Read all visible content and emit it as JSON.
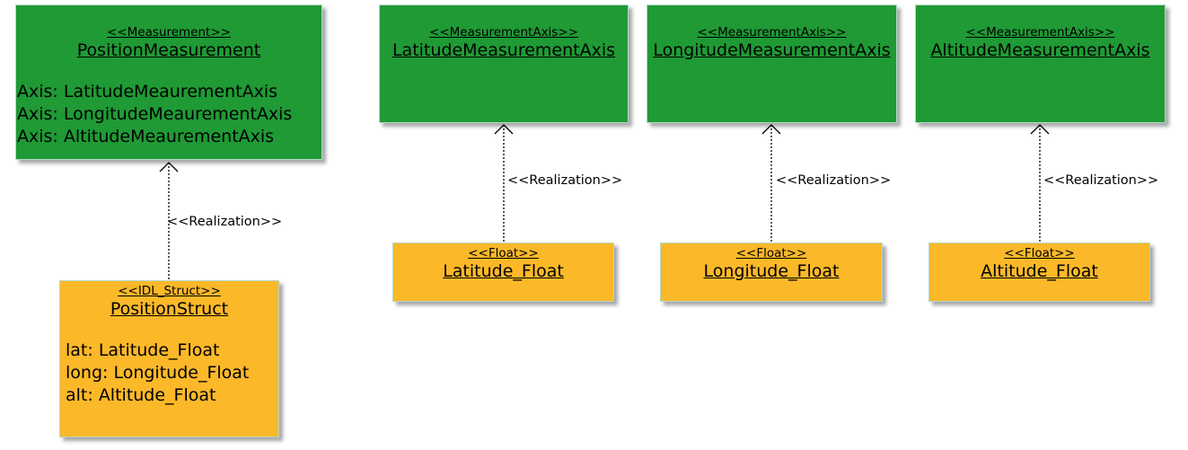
{
  "diagram": {
    "position_measurement": {
      "stereotype": "<<Measurement>>",
      "name": "PositionMeasurement",
      "attributes": [
        "Axis: LatitudeMeaurementAxis",
        "Axis: LongitudeMeaurementAxis",
        "Axis: AltitudeMeaurementAxis"
      ]
    },
    "latitude_axis": {
      "stereotype": "<<MeasurementAxis>>",
      "name": "LatitudeMeasurementAxis"
    },
    "longitude_axis": {
      "stereotype": "<<MeasurementAxis>>",
      "name": "LongitudeMeasurementAxis"
    },
    "altitude_axis": {
      "stereotype": "<<MeasurementAxis>>",
      "name": "AltitudeMeasurementAxis"
    },
    "position_struct": {
      "stereotype": "<<IDL_Struct>>",
      "name": "PositionStruct",
      "attributes": [
        "lat: Latitude_Float",
        "long: Longitude_Float",
        "alt: Altitude_Float"
      ]
    },
    "latitude_float": {
      "stereotype": "<<Float>>",
      "name": "Latitude_Float"
    },
    "longitude_float": {
      "stereotype": "<<Float>>",
      "name": "Longitude_Float"
    },
    "altitude_float": {
      "stereotype": "<<Float>>",
      "name": "Altitude_Float"
    },
    "realization_label": "<<Realization>>"
  },
  "colors": {
    "measurement": "#1f9a35",
    "type": "#fbb829"
  }
}
